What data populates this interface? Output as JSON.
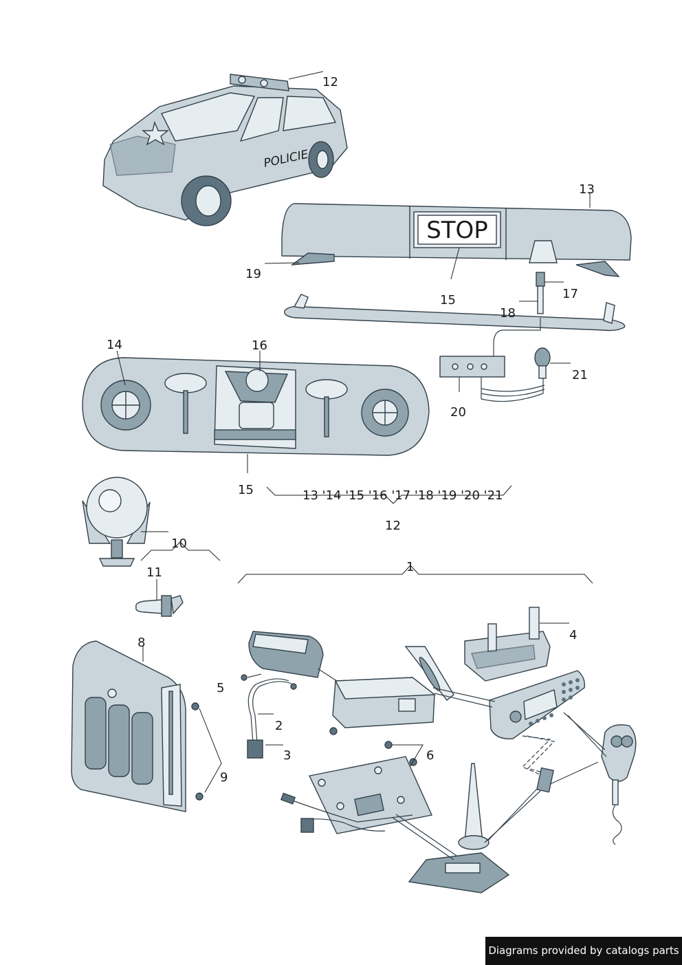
{
  "callouts": {
    "c1": "1",
    "c2": "2",
    "c3": "3",
    "c4": "4",
    "c5": "5",
    "c6": "6",
    "c8": "8",
    "c9": "9",
    "c10": "10",
    "c11": "11",
    "c12_top": "12",
    "c12_bottom": "12",
    "c13": "13",
    "c14": "14",
    "c15_top": "15",
    "c15_bottom": "15",
    "c16": "16",
    "c17": "17",
    "c18": "18",
    "c19": "19",
    "c20": "20",
    "c21": "21"
  },
  "group12_list": "13 '14 '15 '16 '17 '18 '19 '20  '21",
  "car_text": "POLICIE",
  "sign_text": "STOP",
  "credit": "Diagrams provided by catalogs parts",
  "colors": {
    "part_fill": "#c9d5db",
    "outline": "#33404a",
    "credit_bg": "#111111"
  }
}
